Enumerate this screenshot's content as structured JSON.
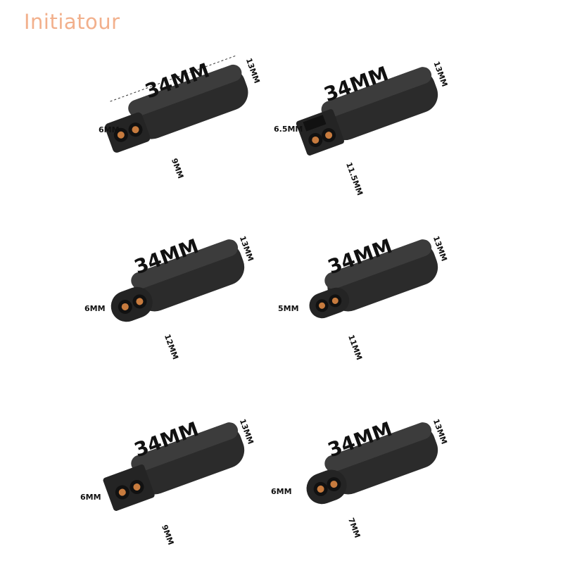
{
  "brand": {
    "watermark": "Initiatour",
    "color": "#f2b08c"
  },
  "adapters": [
    {
      "length": "34MM",
      "width": "13MM",
      "height": "6MM",
      "pin_span": "9MM",
      "style": "flat-plug"
    },
    {
      "length": "34MM",
      "width": "13MM",
      "height": "6.5MM",
      "pin_span": "11.5MM",
      "style": "slot-plug"
    },
    {
      "length": "34MM",
      "width": "13MM",
      "height": "6MM",
      "pin_span": "12MM",
      "style": "figure8-plug"
    },
    {
      "length": "34MM",
      "width": "13MM",
      "height": "5MM",
      "pin_span": "11MM",
      "style": "figure8-plug"
    },
    {
      "length": "34MM",
      "width": "13MM",
      "height": "6MM",
      "pin_span": "9MM",
      "style": "square-plug"
    },
    {
      "length": "34MM",
      "width": "13MM",
      "height": "6MM",
      "pin_span": "7MM",
      "style": "figure8-plug"
    }
  ],
  "colors": {
    "body": "#2b2b2b",
    "body_top": "#3c3c3c",
    "pin": "#c77b3e"
  }
}
